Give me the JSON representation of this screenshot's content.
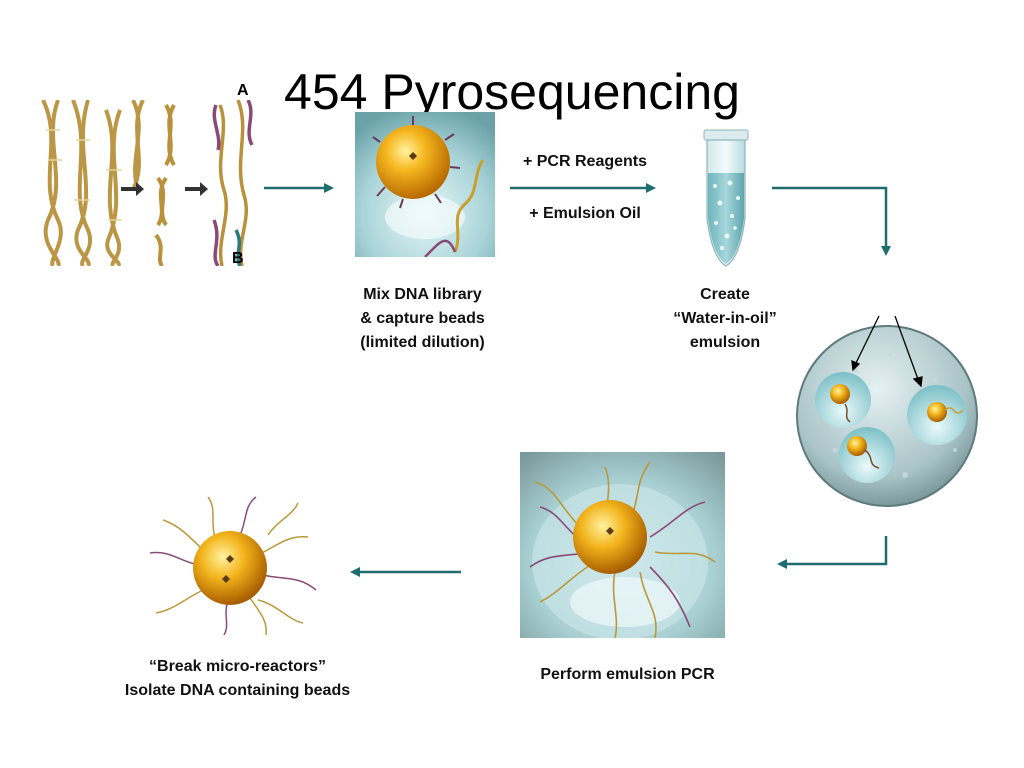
{
  "title": "454 Pyrosequencing",
  "dna_panel": {
    "label_a": "A",
    "label_b": "B"
  },
  "reagents": {
    "line1": "+ PCR Reagents",
    "line2": "+  Emulsion Oil"
  },
  "steps": {
    "mix": [
      "Mix DNA library",
      "& capture beads",
      "(limited dilution)"
    ],
    "emulsion": [
      "Create",
      "“Water-in-oil”",
      "emulsion"
    ],
    "pcr": [
      "Perform emulsion PCR"
    ],
    "break": [
      "“Break micro-reactors”",
      "Isolate DNA containing beads"
    ]
  },
  "colors": {
    "arrow_teal": "#1f6e6e",
    "bead_gold": "#f0a818",
    "droplet_cyan": "#b7dfe3",
    "dna_gold": "#c9a84c",
    "dna_purple": "#8a4a78"
  }
}
